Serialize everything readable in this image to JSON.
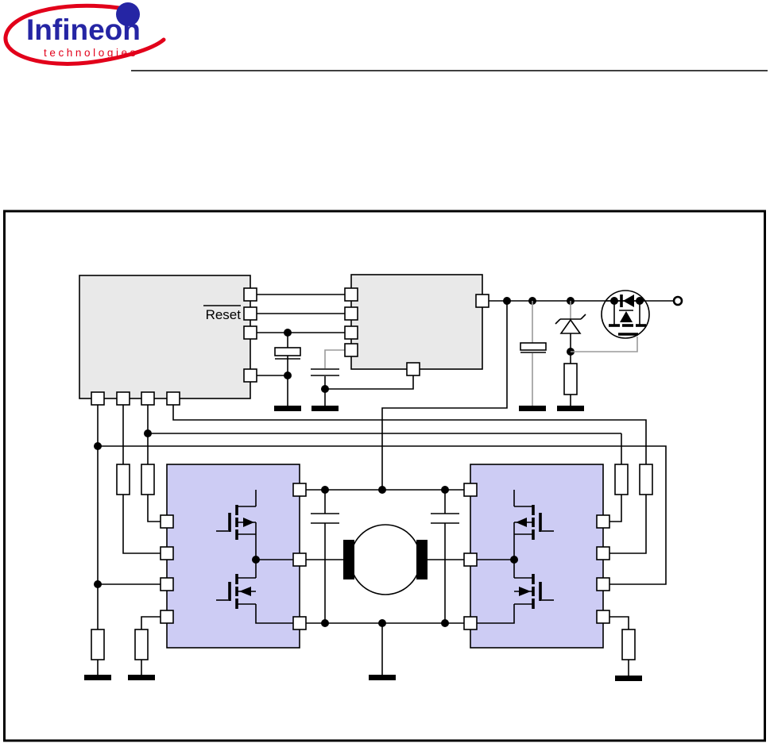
{
  "logo": {
    "brand": "Infineon",
    "subtitle": "technologies",
    "brand_color": "#2525a4",
    "subtitle_color": "#e2001a",
    "swoosh_color": "#e2001a",
    "dot_color": "#2525a4"
  },
  "figure": {
    "reset_label": "Reset"
  },
  "colors": {
    "block_gray": "#e9e9e9",
    "block_purple": "#cdccf4",
    "wire_black": "#000000",
    "wire_gray": "#9a9a9a",
    "page_border": "#000000"
  }
}
